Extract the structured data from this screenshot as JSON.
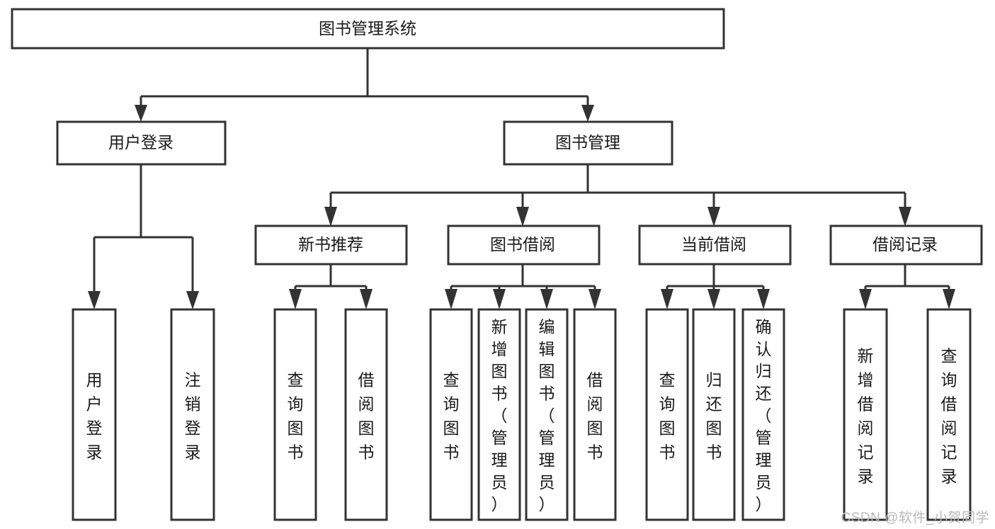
{
  "diagram": {
    "type": "hierarchy-tree",
    "title": "图书管理系统",
    "root": {
      "id": "root",
      "label": "图书管理系统"
    },
    "level2": [
      {
        "id": "user-login",
        "label": "用户登录"
      },
      {
        "id": "book-manage",
        "label": "图书管理"
      }
    ],
    "level3": [
      {
        "id": "new-book-recommend",
        "label": "新书推荐",
        "parent": "book-manage"
      },
      {
        "id": "book-borrow",
        "label": "图书借阅",
        "parent": "book-manage"
      },
      {
        "id": "current-borrow",
        "label": "当前借阅",
        "parent": "book-manage"
      },
      {
        "id": "borrow-record",
        "label": "借阅记录",
        "parent": "book-manage"
      }
    ],
    "leaves": [
      {
        "id": "leaf-user-login",
        "label": "用户登录",
        "parent": "user-login"
      },
      {
        "id": "leaf-logout",
        "label": "注销登录",
        "parent": "user-login"
      },
      {
        "id": "leaf-query-book-1",
        "label": "查询图书",
        "parent": "new-book-recommend"
      },
      {
        "id": "leaf-borrow-book-1",
        "label": "借阅图书",
        "parent": "new-book-recommend"
      },
      {
        "id": "leaf-query-book-2",
        "label": "查询图书",
        "parent": "book-borrow"
      },
      {
        "id": "leaf-add-book",
        "label": "新增图书（管理员）",
        "parent": "book-borrow"
      },
      {
        "id": "leaf-edit-book",
        "label": "编辑图书（管理员）",
        "parent": "book-borrow"
      },
      {
        "id": "leaf-borrow-book-2",
        "label": "借阅图书",
        "parent": "book-borrow"
      },
      {
        "id": "leaf-query-book-3",
        "label": "查询图书",
        "parent": "current-borrow"
      },
      {
        "id": "leaf-return-book",
        "label": "归还图书",
        "parent": "current-borrow"
      },
      {
        "id": "leaf-confirm-return",
        "label": "确认归还（管理员）",
        "parent": "current-borrow"
      },
      {
        "id": "leaf-add-record",
        "label": "新增借阅记录",
        "parent": "borrow-record"
      },
      {
        "id": "leaf-query-record",
        "label": "查询借阅记录",
        "parent": "borrow-record"
      }
    ],
    "colors": {
      "box_stroke": "#333333",
      "box_fill": "#ffffff",
      "text": "#1a1a1a",
      "background": "#ffffff",
      "watermark": "#b9b9b9"
    }
  },
  "watermark": {
    "text": "CSDN @软件_小贺同学"
  }
}
